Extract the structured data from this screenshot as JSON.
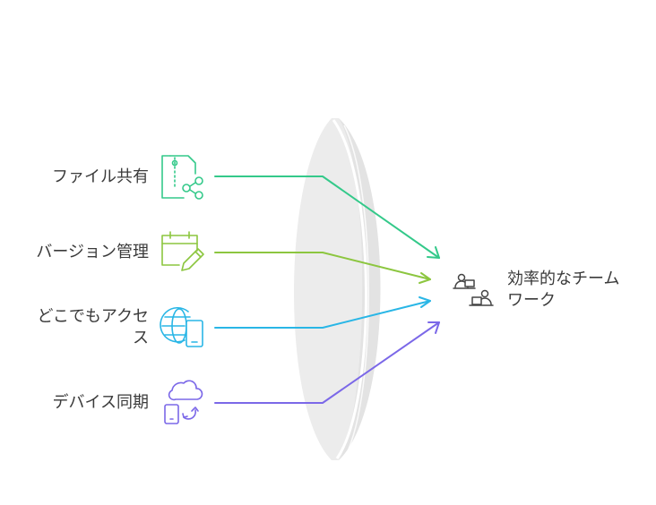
{
  "inputs": [
    {
      "label": "ファイル共有",
      "icon": "file-share-icon",
      "color": "#34c98a"
    },
    {
      "label": "バージョン管理",
      "icon": "calendar-edit-icon",
      "color": "#8cc63f"
    },
    {
      "label": "どこでもアクセ\nス",
      "icon": "globe-mobile-icon",
      "color": "#29b6e6"
    },
    {
      "label": "デバイス同期",
      "icon": "cloud-sync-icon",
      "color": "#7b68e8"
    }
  ],
  "output": {
    "label": "効率的なチーム\nワーク",
    "icon": "team-collaboration-icon",
    "color": "#444444"
  },
  "colors": {
    "lens": "#e6e6e6",
    "lens_edge": "#ffffff",
    "text": "#3a3a3a"
  }
}
